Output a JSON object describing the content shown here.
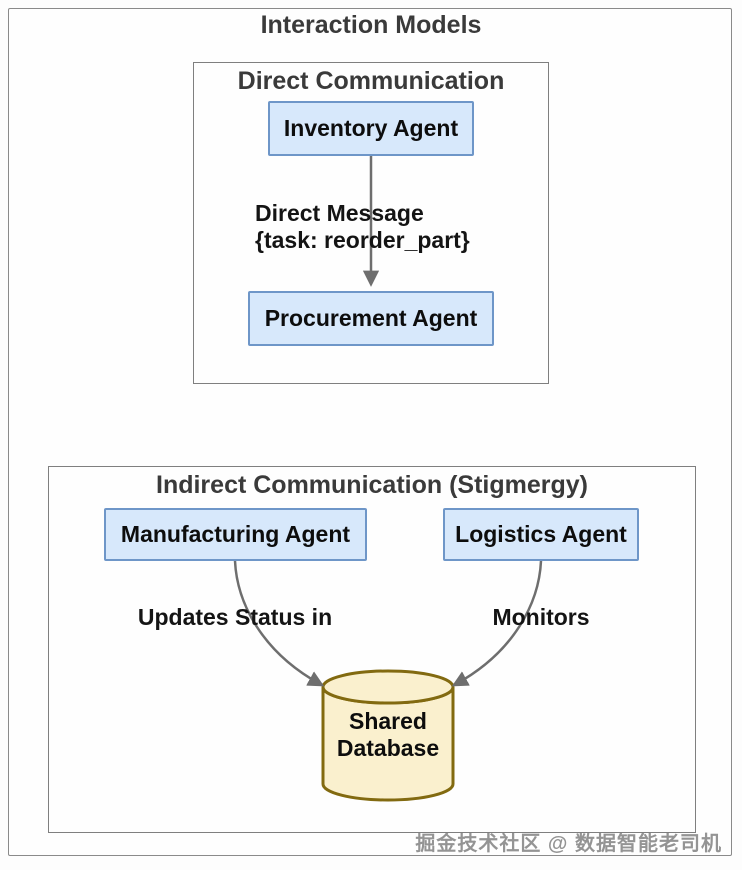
{
  "diagram_title": "Interaction Models",
  "panels": {
    "direct": {
      "title": "Direct Communication",
      "source_node": "Inventory Agent",
      "target_node": "Procurement Agent",
      "edge_label_line1": "Direct Message",
      "edge_label_line2": "{task: reorder_part}"
    },
    "indirect": {
      "title": "Indirect Communication (Stigmergy)",
      "left_node": "Manufacturing Agent",
      "right_node": "Logistics Agent",
      "left_edge_label": "Updates Status in",
      "right_edge_label": "Monitors",
      "database_line1": "Shared",
      "database_line2": "Database"
    }
  },
  "watermark": "掘金技术社区 @ 数据智能老司机",
  "colors": {
    "node_fill": "#D7E8FB",
    "node_border": "#6E96C8",
    "database_fill": "#FAF0CE",
    "database_border": "#826A10",
    "arrow": "#6E6E6E",
    "panel_border": "#7F7F7F",
    "title_text": "#3A3A3A"
  }
}
